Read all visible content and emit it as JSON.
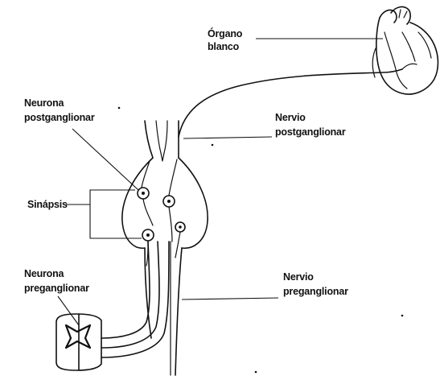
{
  "labels": {
    "organo_blanco_line1": "Órgano",
    "organo_blanco_line2": "blanco",
    "neurona_post_line1": "Neurona",
    "neurona_post_line2": "postganglionar",
    "nervio_post_line1": "Nervio",
    "nervio_post_line2": "postganglionar",
    "sinapsis": "Sinápsis",
    "neurona_pre_line1": "Neurona",
    "neurona_pre_line2": "preganglionar",
    "nervio_pre_line1": "Nervio",
    "nervio_pre_line2": "preganglionar"
  }
}
